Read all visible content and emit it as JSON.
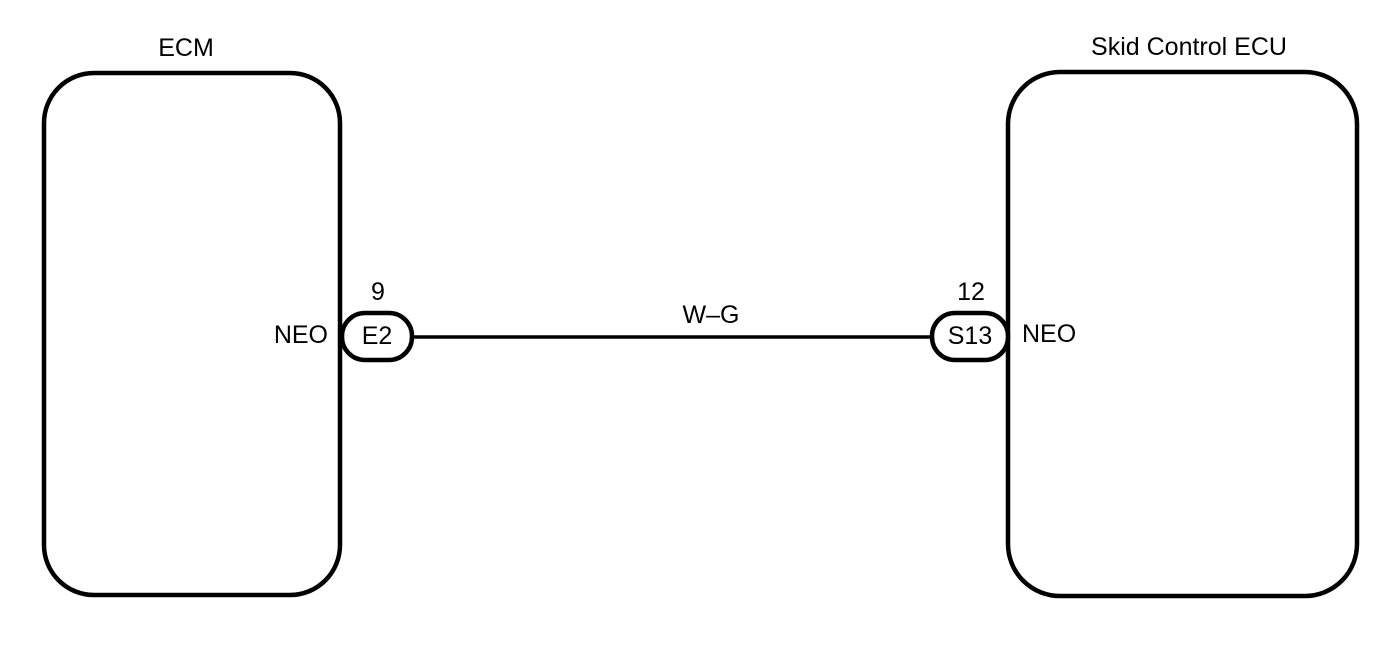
{
  "left_component": {
    "name": "ECM",
    "terminal_label": "NEO",
    "connector_code": "E2",
    "pin_number": "9"
  },
  "right_component": {
    "name": "Skid Control ECU",
    "terminal_label": "NEO",
    "connector_code": "S13",
    "pin_number": "12"
  },
  "wire": {
    "color_code": "W–G"
  },
  "colors": {
    "line": "#000000",
    "background": "#ffffff"
  }
}
